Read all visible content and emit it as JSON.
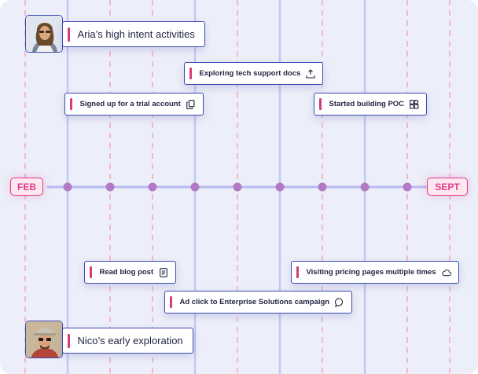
{
  "timeline": {
    "start_label": "FEB",
    "end_label": "SEPT",
    "accent_color": "#e23b86",
    "line_color": "#b6bcf0",
    "dot_color": "#b479c4"
  },
  "personas": {
    "top": {
      "name": "Aria’s high intent activities"
    },
    "bottom": {
      "name": "Nico’s early exploration"
    }
  },
  "events_top": [
    {
      "label": "Signed up for a trial account",
      "icon": "copy-icon"
    },
    {
      "label": "Exploring tech support docs",
      "icon": "upload-tray-icon"
    },
    {
      "label": "Started building POC",
      "icon": "blocks-icon"
    }
  ],
  "events_bottom": [
    {
      "label": "Read blog post",
      "icon": "document-icon"
    },
    {
      "label": "Ad click to Enterprise Solutions campaign",
      "icon": "chat-bubble-icon"
    },
    {
      "label": "Visiting pricing pages multiple times",
      "icon": "cloud-icon"
    }
  ]
}
